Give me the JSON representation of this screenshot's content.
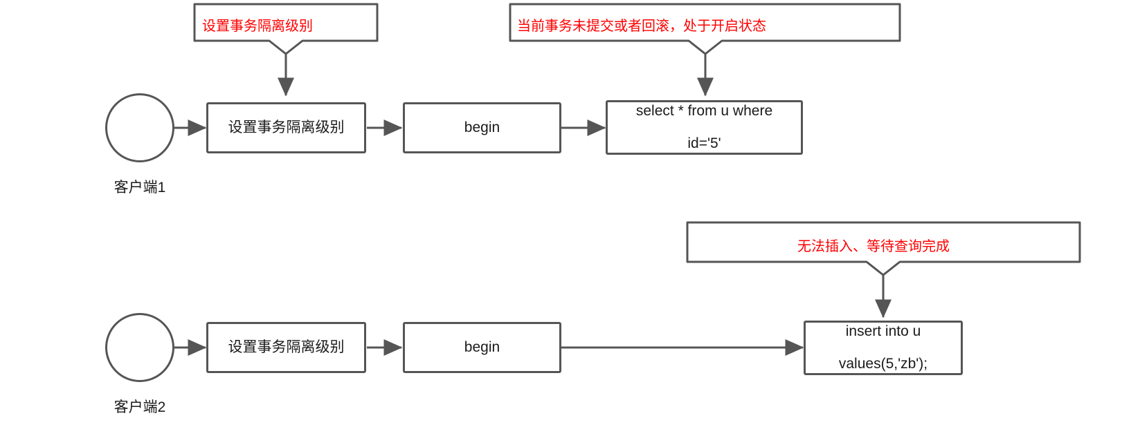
{
  "diagram": {
    "title": "MySQL transaction isolation sequence diagram",
    "colors": {
      "stroke": "#555555",
      "text": "#1a1a1a",
      "annotation": "#ff0000",
      "background": "#ffffff"
    },
    "lanes": [
      {
        "id": "client1",
        "actor_label": "客户端1",
        "nodes": [
          {
            "id": "c1-set",
            "lines": [
              "设置事务隔离级别"
            ]
          },
          {
            "id": "c1-begin",
            "lines": [
              "begin"
            ]
          },
          {
            "id": "c1-select",
            "lines": [
              "select * from u where",
              "id='5'"
            ]
          }
        ]
      },
      {
        "id": "client2",
        "actor_label": "客户端2",
        "nodes": [
          {
            "id": "c2-set",
            "lines": [
              "设置事务隔离级别"
            ]
          },
          {
            "id": "c2-begin",
            "lines": [
              "begin"
            ]
          },
          {
            "id": "c2-insert",
            "lines": [
              "insert into u",
              "values(5,'zb');"
            ]
          }
        ]
      }
    ],
    "annotations": [
      {
        "id": "anno-set-level",
        "text": "设置事务隔离级别",
        "target": "c1-set"
      },
      {
        "id": "anno-tx-open",
        "text": "当前事务未提交或者回滚，处于开启状态",
        "target": "c1-select"
      },
      {
        "id": "anno-insert-blocked",
        "text": "无法插入、等待查询完成",
        "target": "c2-insert"
      }
    ]
  }
}
